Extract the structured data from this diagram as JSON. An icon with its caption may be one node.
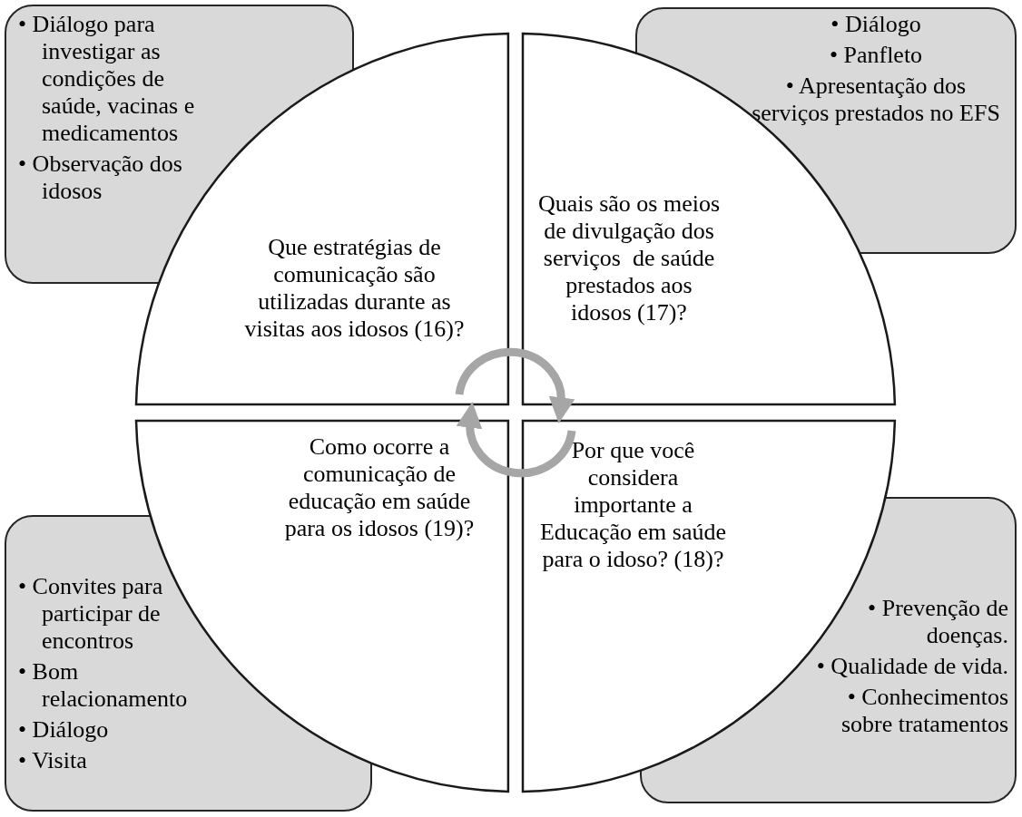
{
  "diagram": {
    "nodes": [
      {
        "text": [
          "• Diálogo para investigar as condições de saúde, vacinas e medicamentos",
          "• Observação dos idosos"
        ]
      },
      {
        "text": [
          "• Diálogo",
          "• Panfleto",
          "• Apresentação dos serviços prestados no EFS"
        ]
      },
      {
        "text": [
          "Que estratégias de comunicação são utilizadas durante as visitas aos idosos (16)?"
        ]
      },
      {
        "text": [
          "Quais são os meios de divulgação dos serviços  de saúde prestados aos idosos (17)?"
        ]
      },
      {
        "text": [
          "Como ocorre a comunicação de educação em saúde para os idosos (19)?"
        ]
      },
      {
        "text": [
          "Por que você considera importante a Educação em saúde para o idoso? (18)?"
        ]
      },
      {
        "text": [
          "• Convites para participar de encontros",
          "• Bom relacionamento",
          "• Diálogo",
          "• Visita"
        ]
      },
      {
        "text": [
          "• Prevenção de doenças.",
          "• Qualidade de vida.",
          "• Conhecimentos sobre tratamentos"
        ]
      }
    ],
    "edges": [
      {
        "from": 2,
        "to": 3,
        "arrow": "to"
      },
      {
        "from": 5,
        "to": 4,
        "arrow": "to"
      }
    ]
  }
}
